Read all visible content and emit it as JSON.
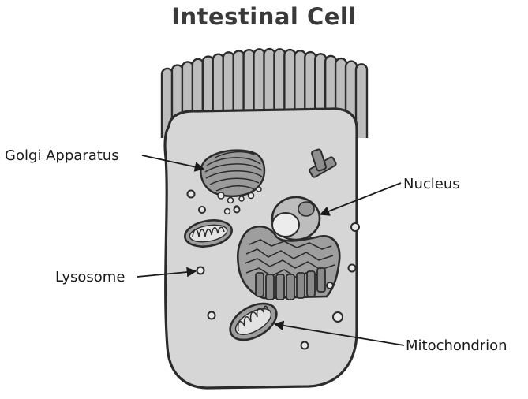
{
  "title": "Intestinal Cell",
  "labels": {
    "golgi": "Golgi Apparatus",
    "nucleus": "Nucleus",
    "lysosome": "Lysosome",
    "mitochondrion": "Mitochondrion"
  },
  "colors": {
    "outline": "#2b2b2b",
    "cytoplasm": "#d6d6d6",
    "organelle": "#a3a3a3",
    "organelle_dark": "#7c7c7c",
    "light": "#e9e9e9",
    "text": "#1a1a1a"
  }
}
